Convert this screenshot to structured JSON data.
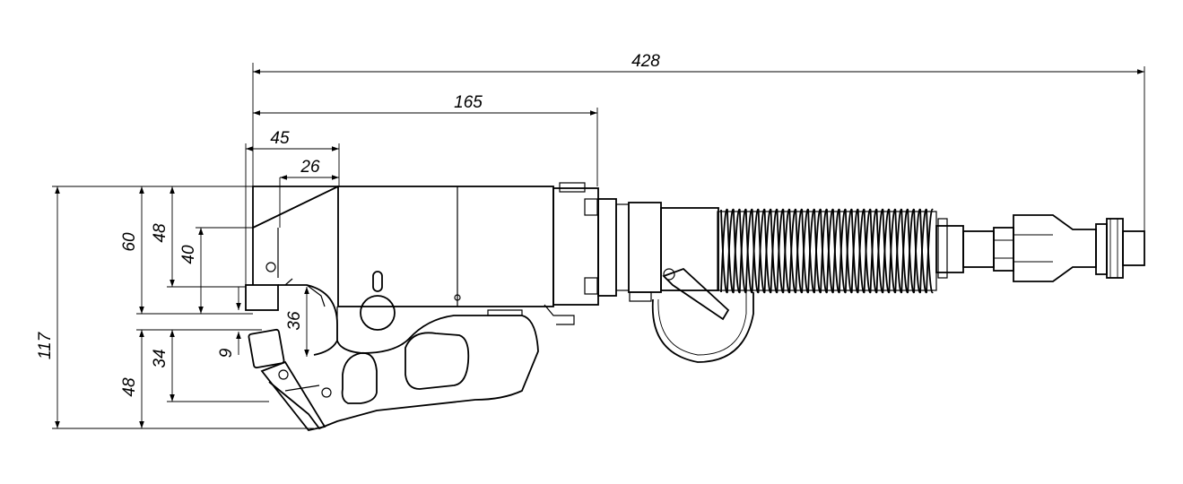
{
  "dimensions": {
    "overall_length": "428",
    "head_length": "165",
    "jaw_length": "45",
    "jaw_inner": "26",
    "height_60": "60",
    "height_48_upper": "48",
    "height_40": "40",
    "opening_36": "36",
    "gap_9": "9",
    "total_117": "117",
    "lower_34": "34",
    "lower_48": "48"
  }
}
